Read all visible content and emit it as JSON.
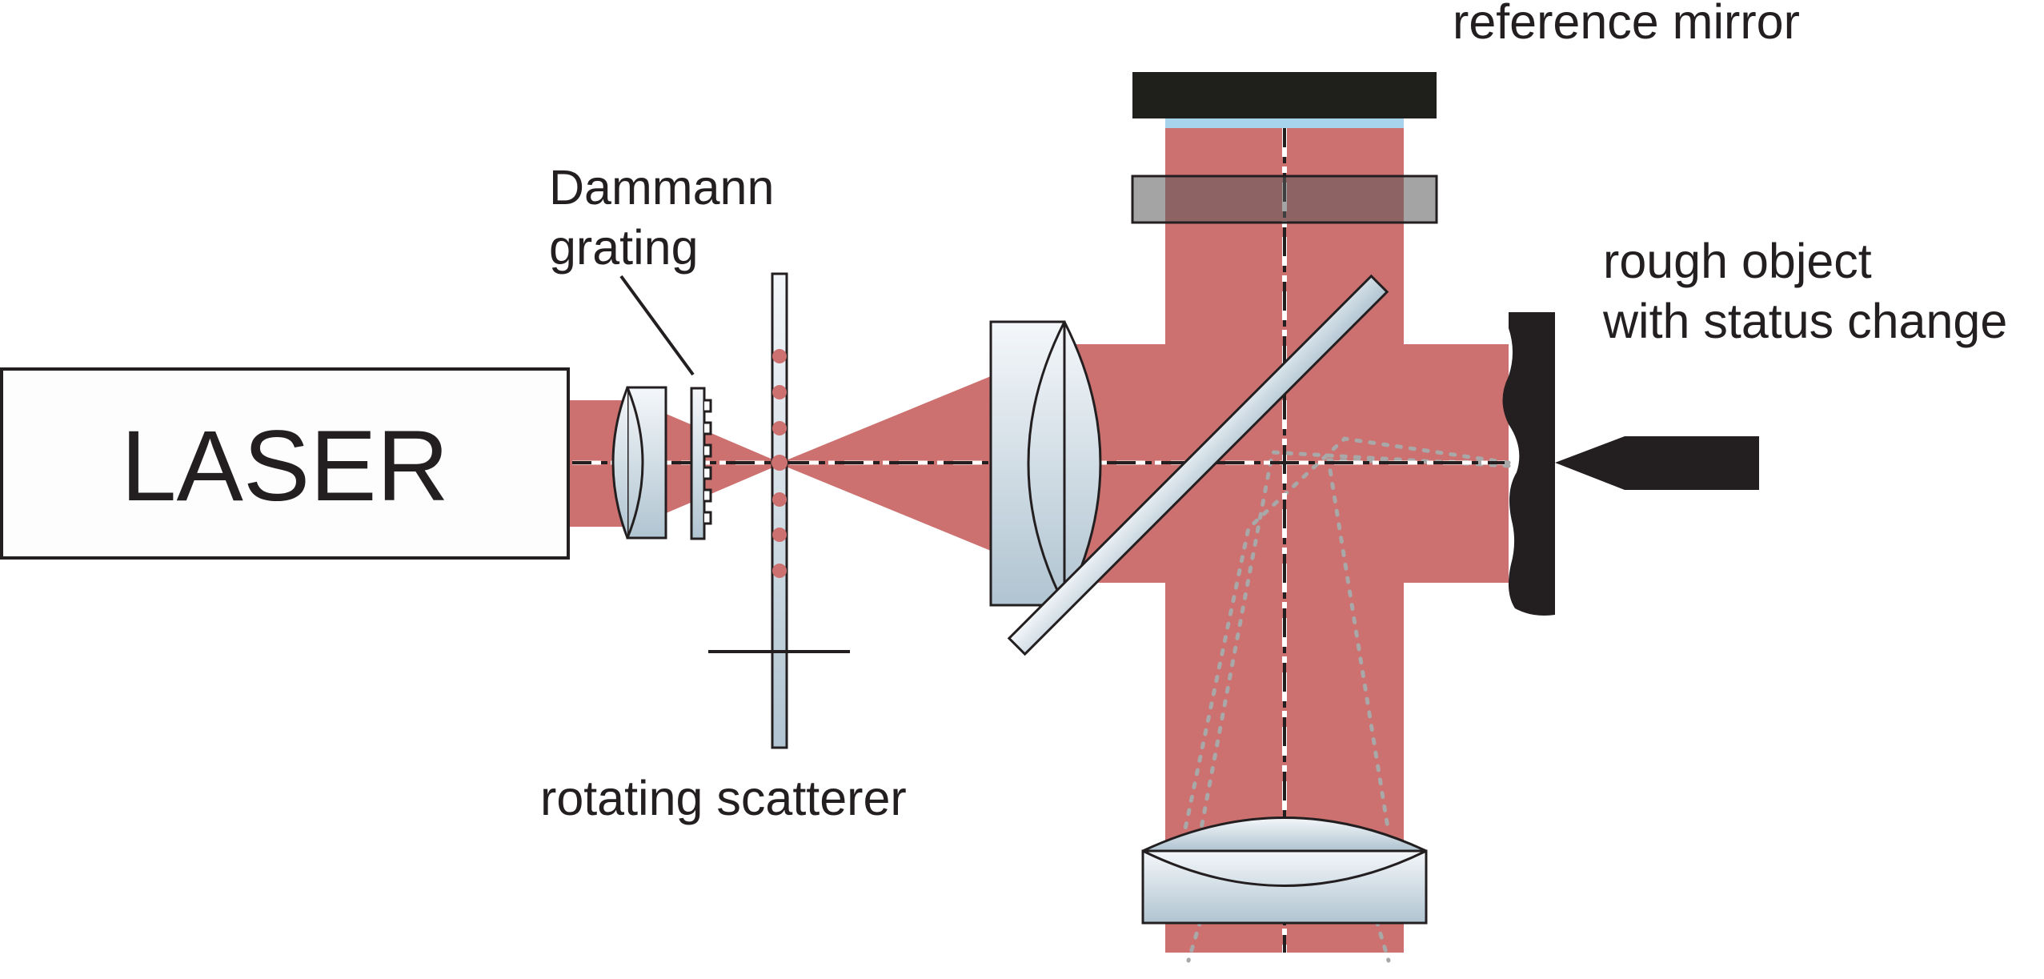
{
  "labels": {
    "laser": "LASER",
    "dammann_line1": "Dammann",
    "dammann_line2": "grating",
    "rotating_scatterer": "rotating scatterer",
    "reference_mirror": "reference mirror",
    "rough_object_line1": "rough object",
    "rough_object_line2": "with status change"
  },
  "colors": {
    "beam": "#cc7170",
    "outline": "#231f20",
    "mirror_dark": "#1f1f1c",
    "mirror_coating": "#a7d3ec",
    "filter_gray": "#8a8a8a",
    "glass_light": "#f2f6f9",
    "glass_dark": "#b2c6d3",
    "dot": "#cc7170",
    "dotted_ray": "#a8a8a8"
  }
}
